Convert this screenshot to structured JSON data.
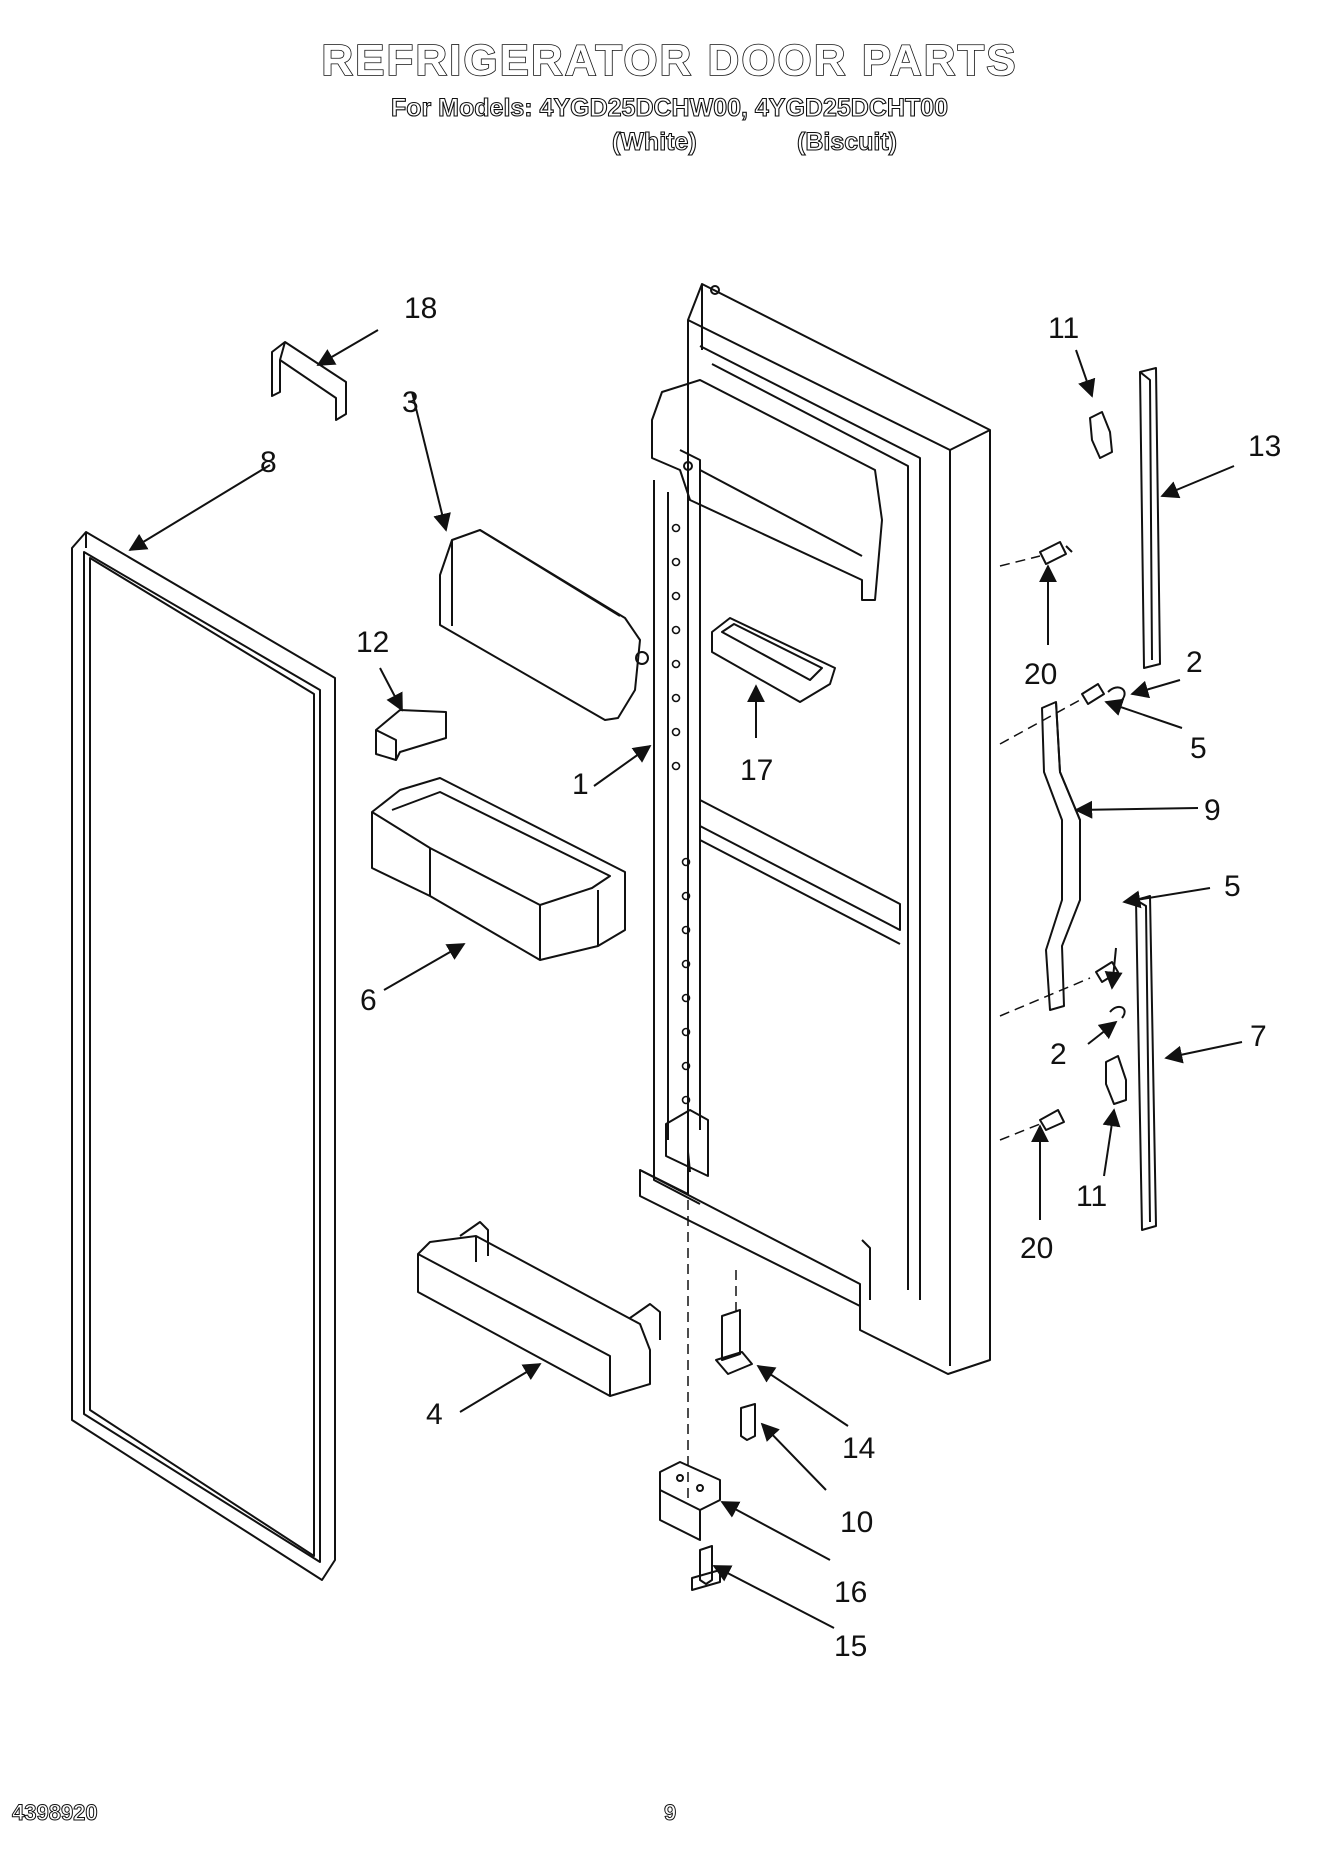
{
  "header": {
    "title": "REFRIGERATOR DOOR PARTS",
    "models_line": "For Models: 4YGD25DCHW00, 4YGD25DCHT00",
    "variant_white": "(White)",
    "variant_biscuit": "(Biscuit)"
  },
  "callouts": {
    "c1": "1",
    "c2a": "2",
    "c2b": "2",
    "c3": "3",
    "c4": "4",
    "c5a": "5",
    "c5b": "5",
    "c6": "6",
    "c7": "7",
    "c8": "8",
    "c9": "9",
    "c10": "10",
    "c11a": "11",
    "c11b": "11",
    "c12": "12",
    "c13": "13",
    "c14": "14",
    "c15": "15",
    "c16": "16",
    "c17": "17",
    "c18": "18",
    "c20a": "20",
    "c20b": "20"
  },
  "footer": {
    "doc_number": "4398920",
    "page_number": "9"
  }
}
